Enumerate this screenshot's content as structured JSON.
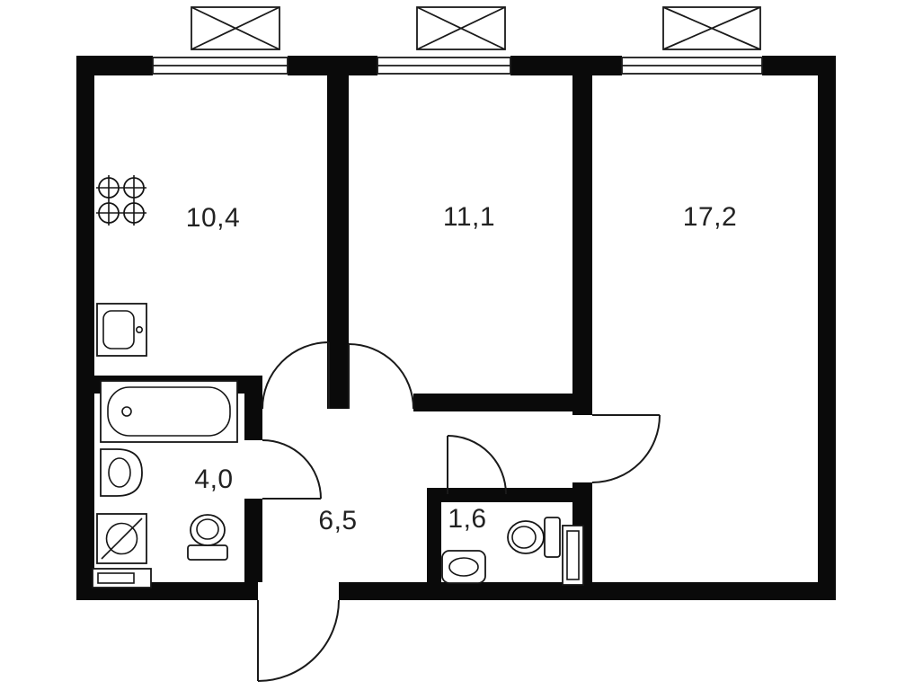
{
  "plan": {
    "background_color": "#ffffff",
    "wall_color": "#0a0a0a",
    "line_color": "#1a1a1a",
    "label_color": "#222222",
    "rooms": [
      {
        "id": "kitchen",
        "area": "10,4"
      },
      {
        "id": "room-1",
        "area": "11,1"
      },
      {
        "id": "room-2",
        "area": "17,2"
      },
      {
        "id": "bathroom",
        "area": "4,0"
      },
      {
        "id": "hallway",
        "area": "6,5"
      },
      {
        "id": "wc",
        "area": "1,6"
      }
    ]
  }
}
